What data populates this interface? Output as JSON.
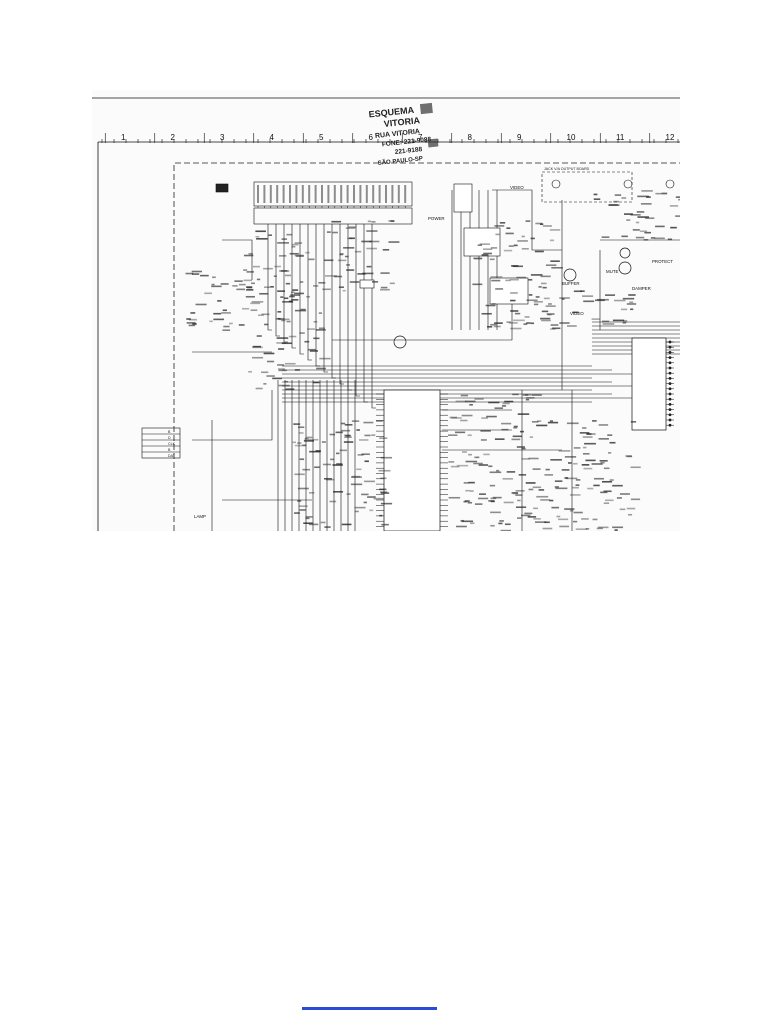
{
  "document": {
    "type": "scanned schematic page",
    "ruler_numbers": [
      "1",
      "2",
      "3",
      "4",
      "5",
      "6",
      "7",
      "8",
      "9",
      "10",
      "11",
      "12"
    ],
    "stamp": {
      "lines": [
        "ESQUEMA",
        "VITORIA",
        "RUA VITORIA",
        "FONE: 221-9088",
        "221-9188",
        "SÃO PAULO-SP"
      ]
    },
    "signal_labels": {
      "video1": "VIDEO",
      "video2": "VIDEO",
      "mute": "MUTE",
      "protect": "PROTECT",
      "buffer": "BUFFER",
      "damper": "DAMPER",
      "power": "POWER",
      "lamp": "LAMP",
      "jack_output": "JACK V/A OUTPUT BOARD",
      "connector_rows": [
        "B",
        "D",
        "CLK",
        "B",
        "DAT"
      ]
    }
  },
  "footer": {
    "link_color": "#2a4bd7"
  }
}
